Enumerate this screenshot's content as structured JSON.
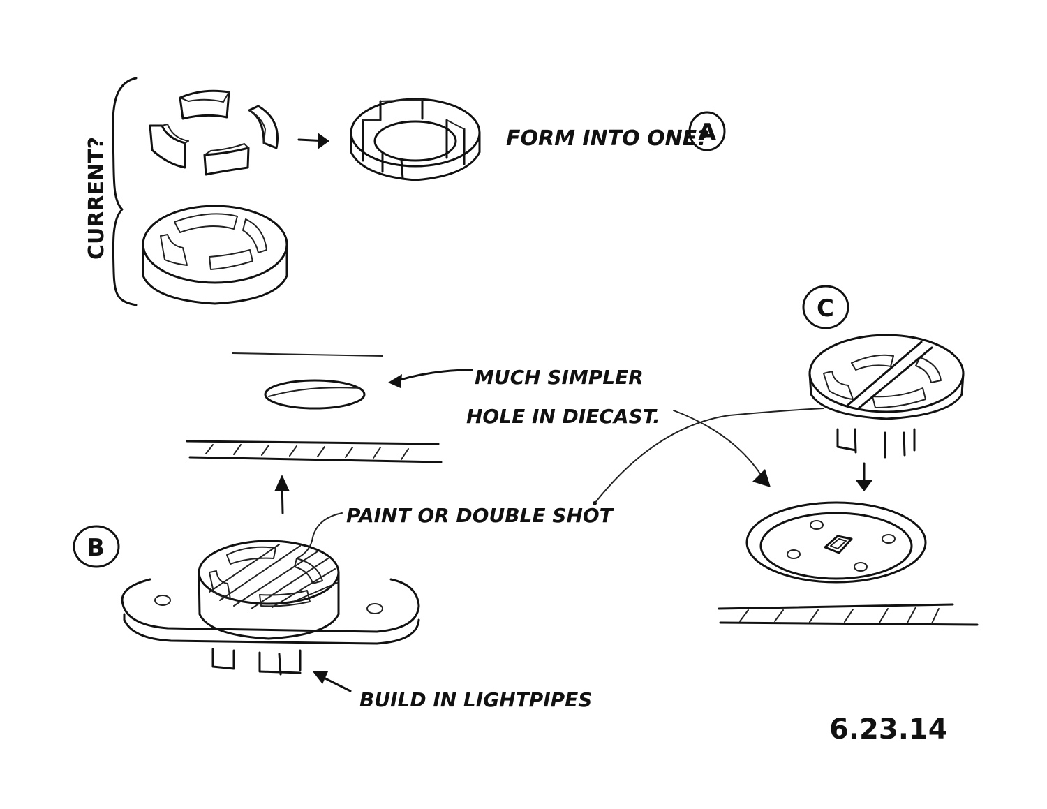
{
  "labels": {
    "current": "CURRENT?",
    "form_into_one": "FORM INTO ONE?",
    "marker_a": "A",
    "marker_b": "B",
    "marker_c": "C",
    "much_simpler": "MUCH SIMPLER",
    "hole_in_diecast": "HOLE IN DIECAST.",
    "paint_or_double_shot": "PAINT OR DOUBLE SHOT",
    "build_in_lightpipes": "BUILD IN LIGHTPIPES",
    "date": "6.23.14"
  }
}
